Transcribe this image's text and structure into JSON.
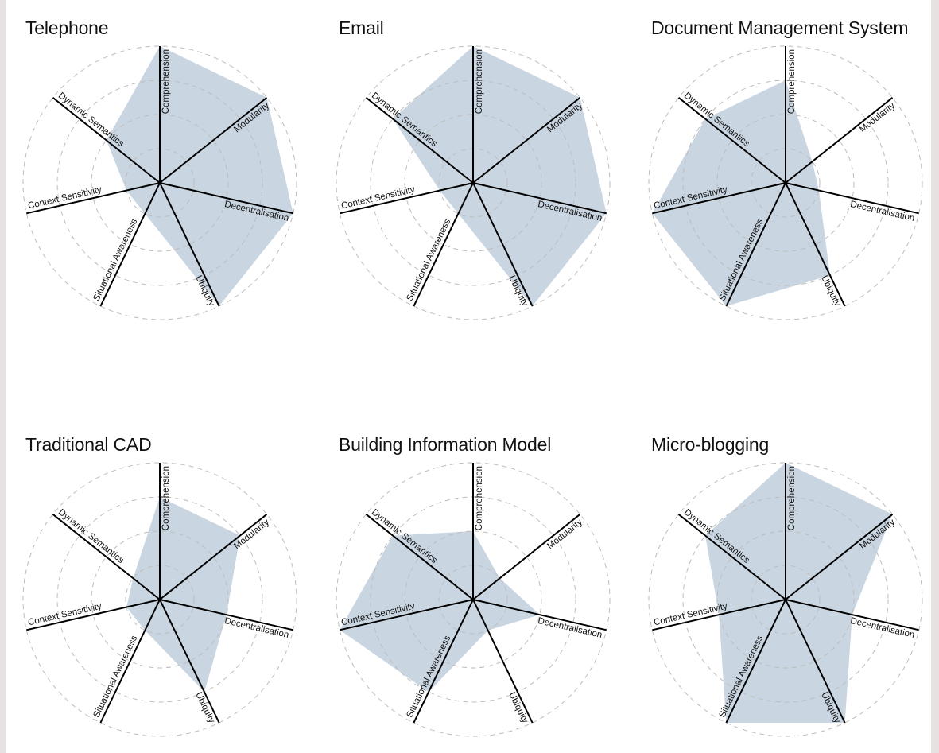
{
  "chart_data": [
    {
      "type": "radar",
      "title": "Telephone",
      "axes": [
        "Comprehension",
        "Modularity",
        "Decentralisation",
        "Ubiquity",
        "Situational Awareness",
        "Context Sensitivity",
        "Dynamic Semantics"
      ],
      "values": [
        4,
        4,
        4,
        4,
        1,
        1,
        2
      ],
      "rlim": [
        0,
        4
      ],
      "grid": true,
      "fill_color": "#c9d5e1"
    },
    {
      "type": "radar",
      "title": "Email",
      "axes": [
        "Comprehension",
        "Modularity",
        "Decentralisation",
        "Ubiquity",
        "Situational Awareness",
        "Context Sensitivity",
        "Dynamic Semantics"
      ],
      "values": [
        4,
        4,
        4,
        4,
        1,
        1,
        3
      ],
      "rlim": [
        0,
        4
      ],
      "grid": true,
      "fill_color": "#c9d5e1"
    },
    {
      "type": "radar",
      "title": "Document Management System",
      "axes": [
        "Comprehension",
        "Modularity",
        "Decentralisation",
        "Ubiquity",
        "Situational Awareness",
        "Context Sensitivity",
        "Dynamic Semantics"
      ],
      "values": [
        3,
        1,
        1,
        3,
        4,
        4,
        3
      ],
      "rlim": [
        0,
        4
      ],
      "grid": true,
      "fill_color": "#c9d5e1"
    },
    {
      "type": "radar",
      "title": "Traditional CAD",
      "axes": [
        "Comprehension",
        "Modularity",
        "Decentralisation",
        "Ubiquity",
        "Situational Awareness",
        "Context Sensitivity",
        "Dynamic Semantics"
      ],
      "values": [
        3,
        3,
        2,
        3,
        1,
        1,
        1
      ],
      "rlim": [
        0,
        4
      ],
      "grid": true,
      "fill_color": "#c9d5e1"
    },
    {
      "type": "radar",
      "title": "Building Information Model",
      "axes": [
        "Comprehension",
        "Modularity",
        "Decentralisation",
        "Ubiquity",
        "Situational Awareness",
        "Context Sensitivity",
        "Dynamic Semantics"
      ],
      "values": [
        2,
        1,
        2,
        1,
        3,
        4,
        3
      ],
      "rlim": [
        0,
        4
      ],
      "grid": true,
      "fill_color": "#c9d5e1"
    },
    {
      "type": "radar",
      "title": "Micro-blogging",
      "axes": [
        "Comprehension",
        "Modularity",
        "Decentralisation",
        "Ubiquity",
        "Situational Awareness",
        "Context Sensitivity",
        "Dynamic Semantics"
      ],
      "values": [
        4,
        4,
        2,
        4,
        4,
        2,
        3
      ],
      "rlim": [
        0,
        4
      ],
      "grid": true,
      "fill_color": "#c9d5e1"
    }
  ]
}
